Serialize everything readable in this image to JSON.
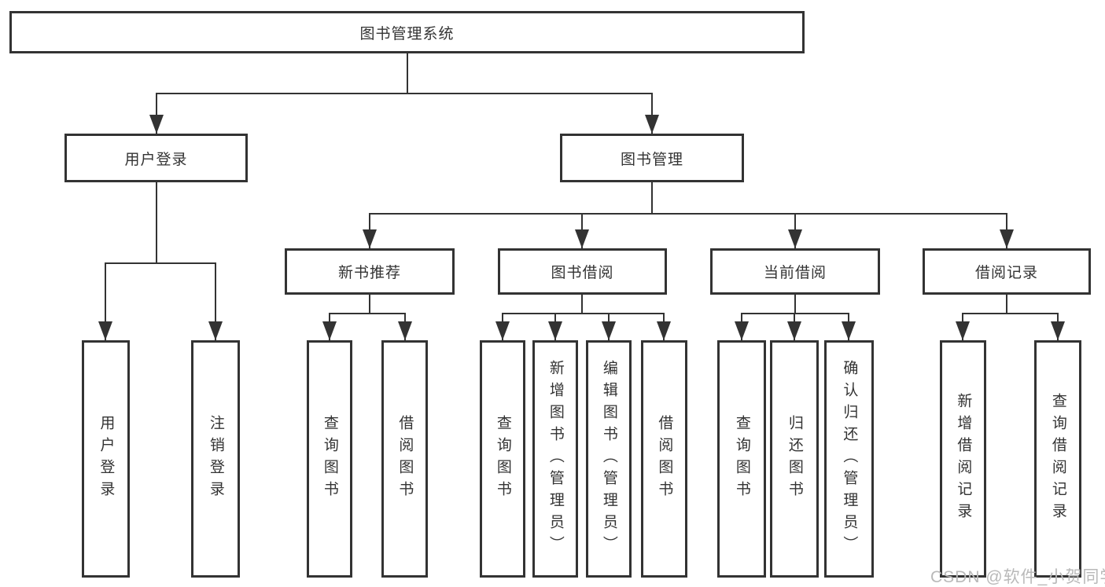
{
  "diagram": {
    "root": "图书管理系统",
    "branches": [
      {
        "label": "用户登录",
        "children": [
          "用户登录",
          "注销登录"
        ]
      },
      {
        "label": "图书管理",
        "children": [
          {
            "label": "新书推荐",
            "children": [
              "查询图书",
              "借阅图书"
            ]
          },
          {
            "label": "图书借阅",
            "children": [
              "查询图书",
              "新增图书（管理员）",
              "编辑图书（管理员）",
              "借阅图书"
            ]
          },
          {
            "label": "当前借阅",
            "children": [
              "查询图书",
              "归还图书",
              "确认归还（管理员）"
            ]
          },
          {
            "label": "借阅记录",
            "children": [
              "新增借阅记录",
              "查询借阅记录"
            ]
          }
        ]
      }
    ]
  },
  "watermark": "CSDN @软件_小贺同学",
  "colors": {
    "line": "#333333",
    "text": "#333333",
    "box_background": "#ffffff",
    "watermark": "#b9b9b9"
  }
}
